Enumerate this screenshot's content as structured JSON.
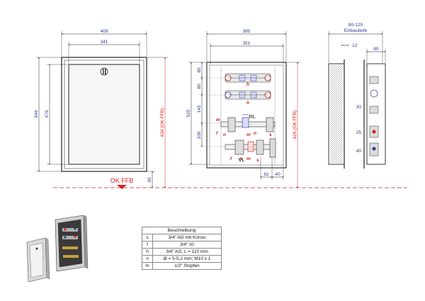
{
  "front_view": {
    "dim_top_outer": "409",
    "dim_top_inner": "341",
    "dim_left_outer": "546",
    "dim_left_inner": "476",
    "dim_right": "634 (OK FFB)",
    "dim_bottom": "90",
    "ffb_label": "OK FFB"
  },
  "side_open_view": {
    "dim_top_outer": "385",
    "dim_top_inner": "351",
    "dim_left_total": "525",
    "dim_left_a": "80",
    "dim_left_b": "80",
    "dim_left_c": "145",
    "dim_left_d": "100",
    "dim_right": "626 (OK FFB)",
    "dim_bottom_a": "62",
    "dim_bottom_b": "40",
    "label_rl": "RL",
    "label_vl": "VL"
  },
  "section_view": {
    "dim_depth": "80-120",
    "dim_depth_label": "Einbautiefe",
    "dim_frame": "12",
    "dim_box": "80",
    "dim_30": "30",
    "dim_25": "25",
    "dim_40": "40"
  },
  "letters": {
    "h": "h",
    "m": "m",
    "f": "f",
    "n": "n",
    "s": "s"
  },
  "legend": {
    "title": "Beschreibung",
    "rows": [
      {
        "key": "s",
        "value": "3/4\" AG mit Konus"
      },
      {
        "key": "f",
        "value": "3/4\" IG"
      },
      {
        "key": "h",
        "value": "3/4\" AG; L = 110 mm"
      },
      {
        "key": "n",
        "value": "Ø = 5-5,2 mm; M10 x 1"
      },
      {
        "key": "m",
        "value": "1/2\" Stopfen"
      }
    ]
  },
  "colors": {
    "accent_red": "#d42020",
    "accent_blue": "#2a3a8a",
    "line": "#222222"
  }
}
